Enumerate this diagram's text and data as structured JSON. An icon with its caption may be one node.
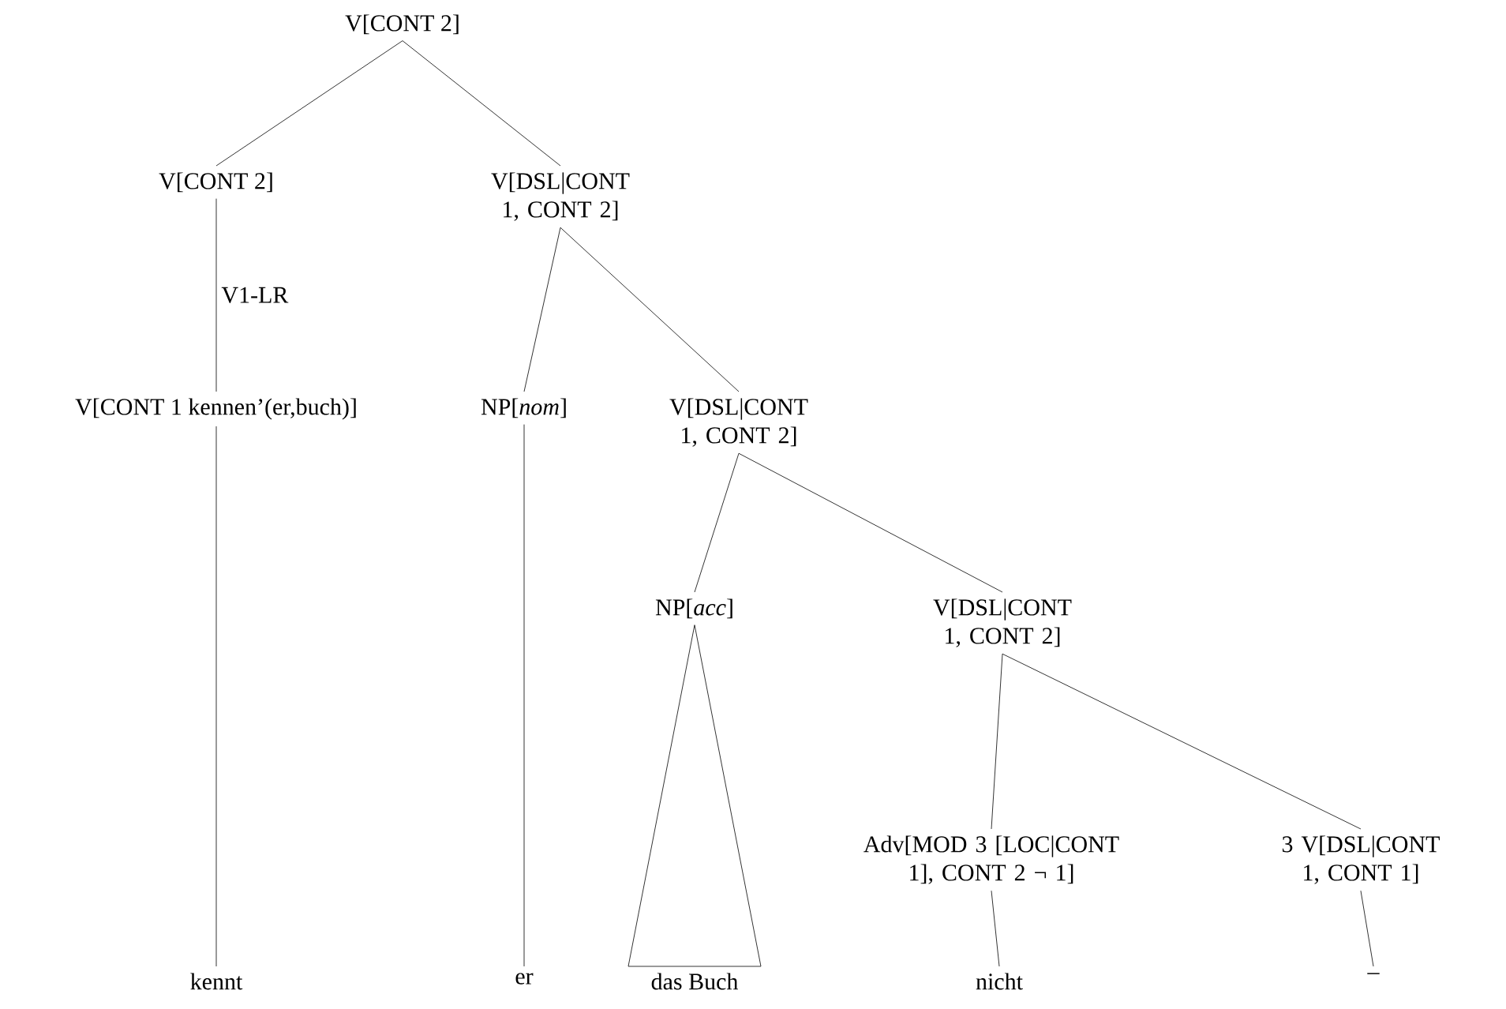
{
  "diagram": {
    "nodes": [
      {
        "text": [
          "V[CONT 2]"
        ]
      },
      {
        "text": [
          "V[CONT 2]"
        ]
      },
      {
        "text": [
          "V[DSL|CONT 1, CONT 2]"
        ]
      },
      {
        "text": [
          "V[CONT 1 kennen’(er,buch)]"
        ]
      },
      {
        "text": [
          "NP[*nom*]"
        ]
      },
      {
        "text": [
          "V[DSL|CONT 1, CONT 2]"
        ]
      },
      {
        "text": [
          "NP[*acc*]"
        ]
      },
      {
        "text": [
          "V[DSL|CONT 1, CONT 2]"
        ]
      },
      {
        "text": [
          "Adv[MOD 3 [LOC|CONT 1], CONT 2 ¬ 1]"
        ]
      },
      {
        "text": [
          "3 V[DSL|CONT 1, CONT 1]"
        ]
      },
      {
        "text": [
          "kennt"
        ]
      },
      {
        "text": [
          "er"
        ]
      },
      {
        "text": [
          "das Buch"
        ]
      },
      {
        "text": [
          "nicht"
        ]
      },
      {
        "text": [
          "–"
        ]
      }
    ],
    "edges": [
      {
        "from": 0,
        "to": 1,
        "arrow": "none"
      },
      {
        "from": 0,
        "to": 2,
        "arrow": "none"
      },
      {
        "from": 1,
        "to": 3,
        "arrow": "none",
        "label": "V1-LR"
      },
      {
        "from": 2,
        "to": 4,
        "arrow": "none"
      },
      {
        "from": 2,
        "to": 5,
        "arrow": "none"
      },
      {
        "from": 3,
        "to": 10,
        "arrow": "none"
      },
      {
        "from": 4,
        "to": 11,
        "arrow": "none"
      },
      {
        "from": 5,
        "to": 6,
        "arrow": "none"
      },
      {
        "from": 5,
        "to": 7,
        "arrow": "none"
      },
      {
        "from": 6,
        "to": 12,
        "arrow": "none"
      },
      {
        "from": 7,
        "to": 8,
        "arrow": "none"
      },
      {
        "from": 7,
        "to": 9,
        "arrow": "none"
      },
      {
        "from": 8,
        "to": 13,
        "arrow": "none"
      },
      {
        "from": 9,
        "to": 14,
        "arrow": "none"
      }
    ]
  }
}
